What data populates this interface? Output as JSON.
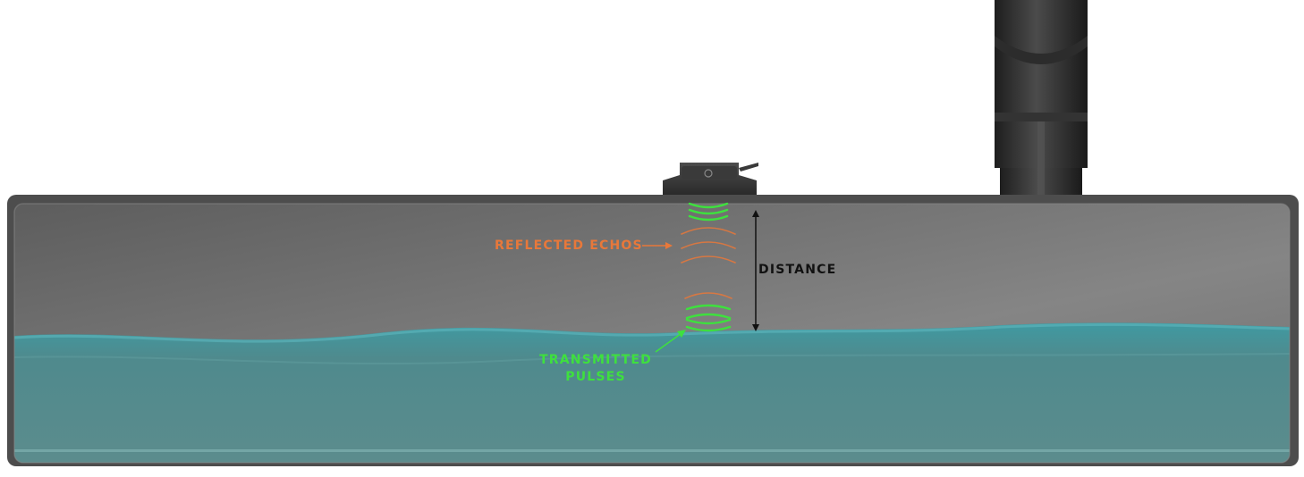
{
  "labels": {
    "reflected": "REFLECTED ECHOS",
    "distance": "DISTANCE",
    "transmitted_line1": "TRANSMITTED",
    "transmitted_line2": "PULSES"
  },
  "colors": {
    "echo": "#e8783a",
    "pulse": "#3ee03e",
    "distance": "#111111",
    "tank_frame": "#4a4a4a",
    "air": "#6f6f6f",
    "water": "#4f8f92"
  },
  "icons": {
    "sensor": "ultrasonic-sensor-icon",
    "pipe": "inlet-pipe-icon"
  }
}
